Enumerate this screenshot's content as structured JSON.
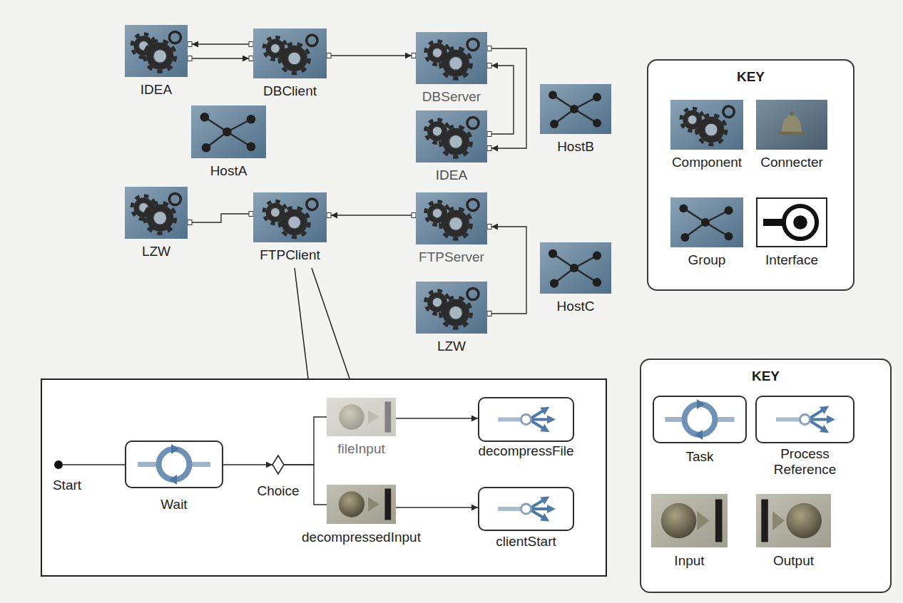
{
  "diagram": {
    "nodes": [
      {
        "text": [
          "IDEA"
        ]
      },
      {
        "text": [
          "DBClient"
        ]
      },
      {
        "text": [
          "DBServer"
        ]
      },
      {
        "text": [
          "HostA"
        ]
      },
      {
        "text": [
          "IDEA"
        ]
      },
      {
        "text": [
          "HostB"
        ]
      },
      {
        "text": [
          "LZW"
        ]
      },
      {
        "text": [
          "FTPClient"
        ]
      },
      {
        "text": [
          "FTPServer"
        ]
      },
      {
        "text": [
          "LZW"
        ]
      },
      {
        "text": [
          "HostC"
        ]
      },
      {
        "text": [
          "KEY"
        ]
      },
      {
        "text": [
          "Component"
        ],
        "in": 11
      },
      {
        "text": [
          "Connecter"
        ],
        "in": 11
      },
      {
        "text": [
          "Group"
        ],
        "in": 11
      },
      {
        "text": [
          "Interface"
        ],
        "in": 11
      },
      {
        "text": [
          "Start"
        ]
      },
      {
        "text": [
          "Wait"
        ]
      },
      {
        "text": [
          "Choice"
        ]
      },
      {
        "text": [
          "fileInput"
        ]
      },
      {
        "text": [
          "decompressFile"
        ]
      },
      {
        "text": [
          "decompressedInput"
        ]
      },
      {
        "text": [
          "clientStart"
        ]
      },
      {
        "text": [
          "KEY"
        ]
      },
      {
        "text": [
          "Task"
        ],
        "in": 23
      },
      {
        "text": [
          "Process Reference"
        ],
        "in": 23
      },
      {
        "text": [
          "Input"
        ],
        "in": 23
      },
      {
        "text": [
          "Output"
        ],
        "in": 23
      }
    ],
    "edges": [
      {
        "from": 1,
        "to": 0,
        "arrow": "to"
      },
      {
        "from": 0,
        "to": 1,
        "arrow": "to"
      },
      {
        "from": 1,
        "to": 2,
        "arrow": "to"
      },
      {
        "from": 2,
        "to": 4,
        "arrow": "to"
      },
      {
        "from": 4,
        "to": 2,
        "arrow": "to"
      },
      {
        "from": 7,
        "to": 6,
        "arrow": "none"
      },
      {
        "from": 8,
        "to": 7,
        "arrow": "to"
      },
      {
        "from": 9,
        "to": 8,
        "arrow": "to"
      },
      {
        "from": 16,
        "to": 17,
        "arrow": "none"
      },
      {
        "from": 17,
        "to": 18,
        "arrow": "to"
      },
      {
        "from": 18,
        "to": 19,
        "arrow": "none"
      },
      {
        "from": 18,
        "to": 21,
        "arrow": "none"
      },
      {
        "from": 19,
        "to": 20,
        "arrow": "to"
      },
      {
        "from": 21,
        "to": 22,
        "arrow": "to"
      }
    ]
  }
}
